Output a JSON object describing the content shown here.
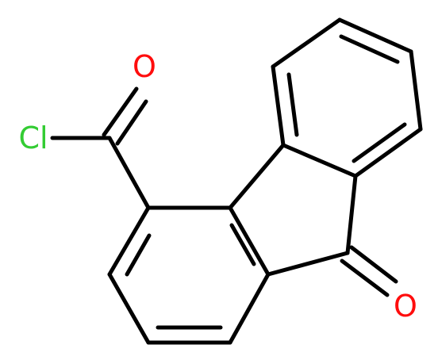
{
  "atoms": {
    "chlorine": {
      "text": "Cl",
      "color": "#33cc33"
    },
    "acyl_oxygen": {
      "text": "O",
      "color": "#ff0d0d"
    },
    "ketone_oxygen": {
      "text": "O",
      "color": "#ff0d0d"
    }
  },
  "bond_color": "#000000"
}
